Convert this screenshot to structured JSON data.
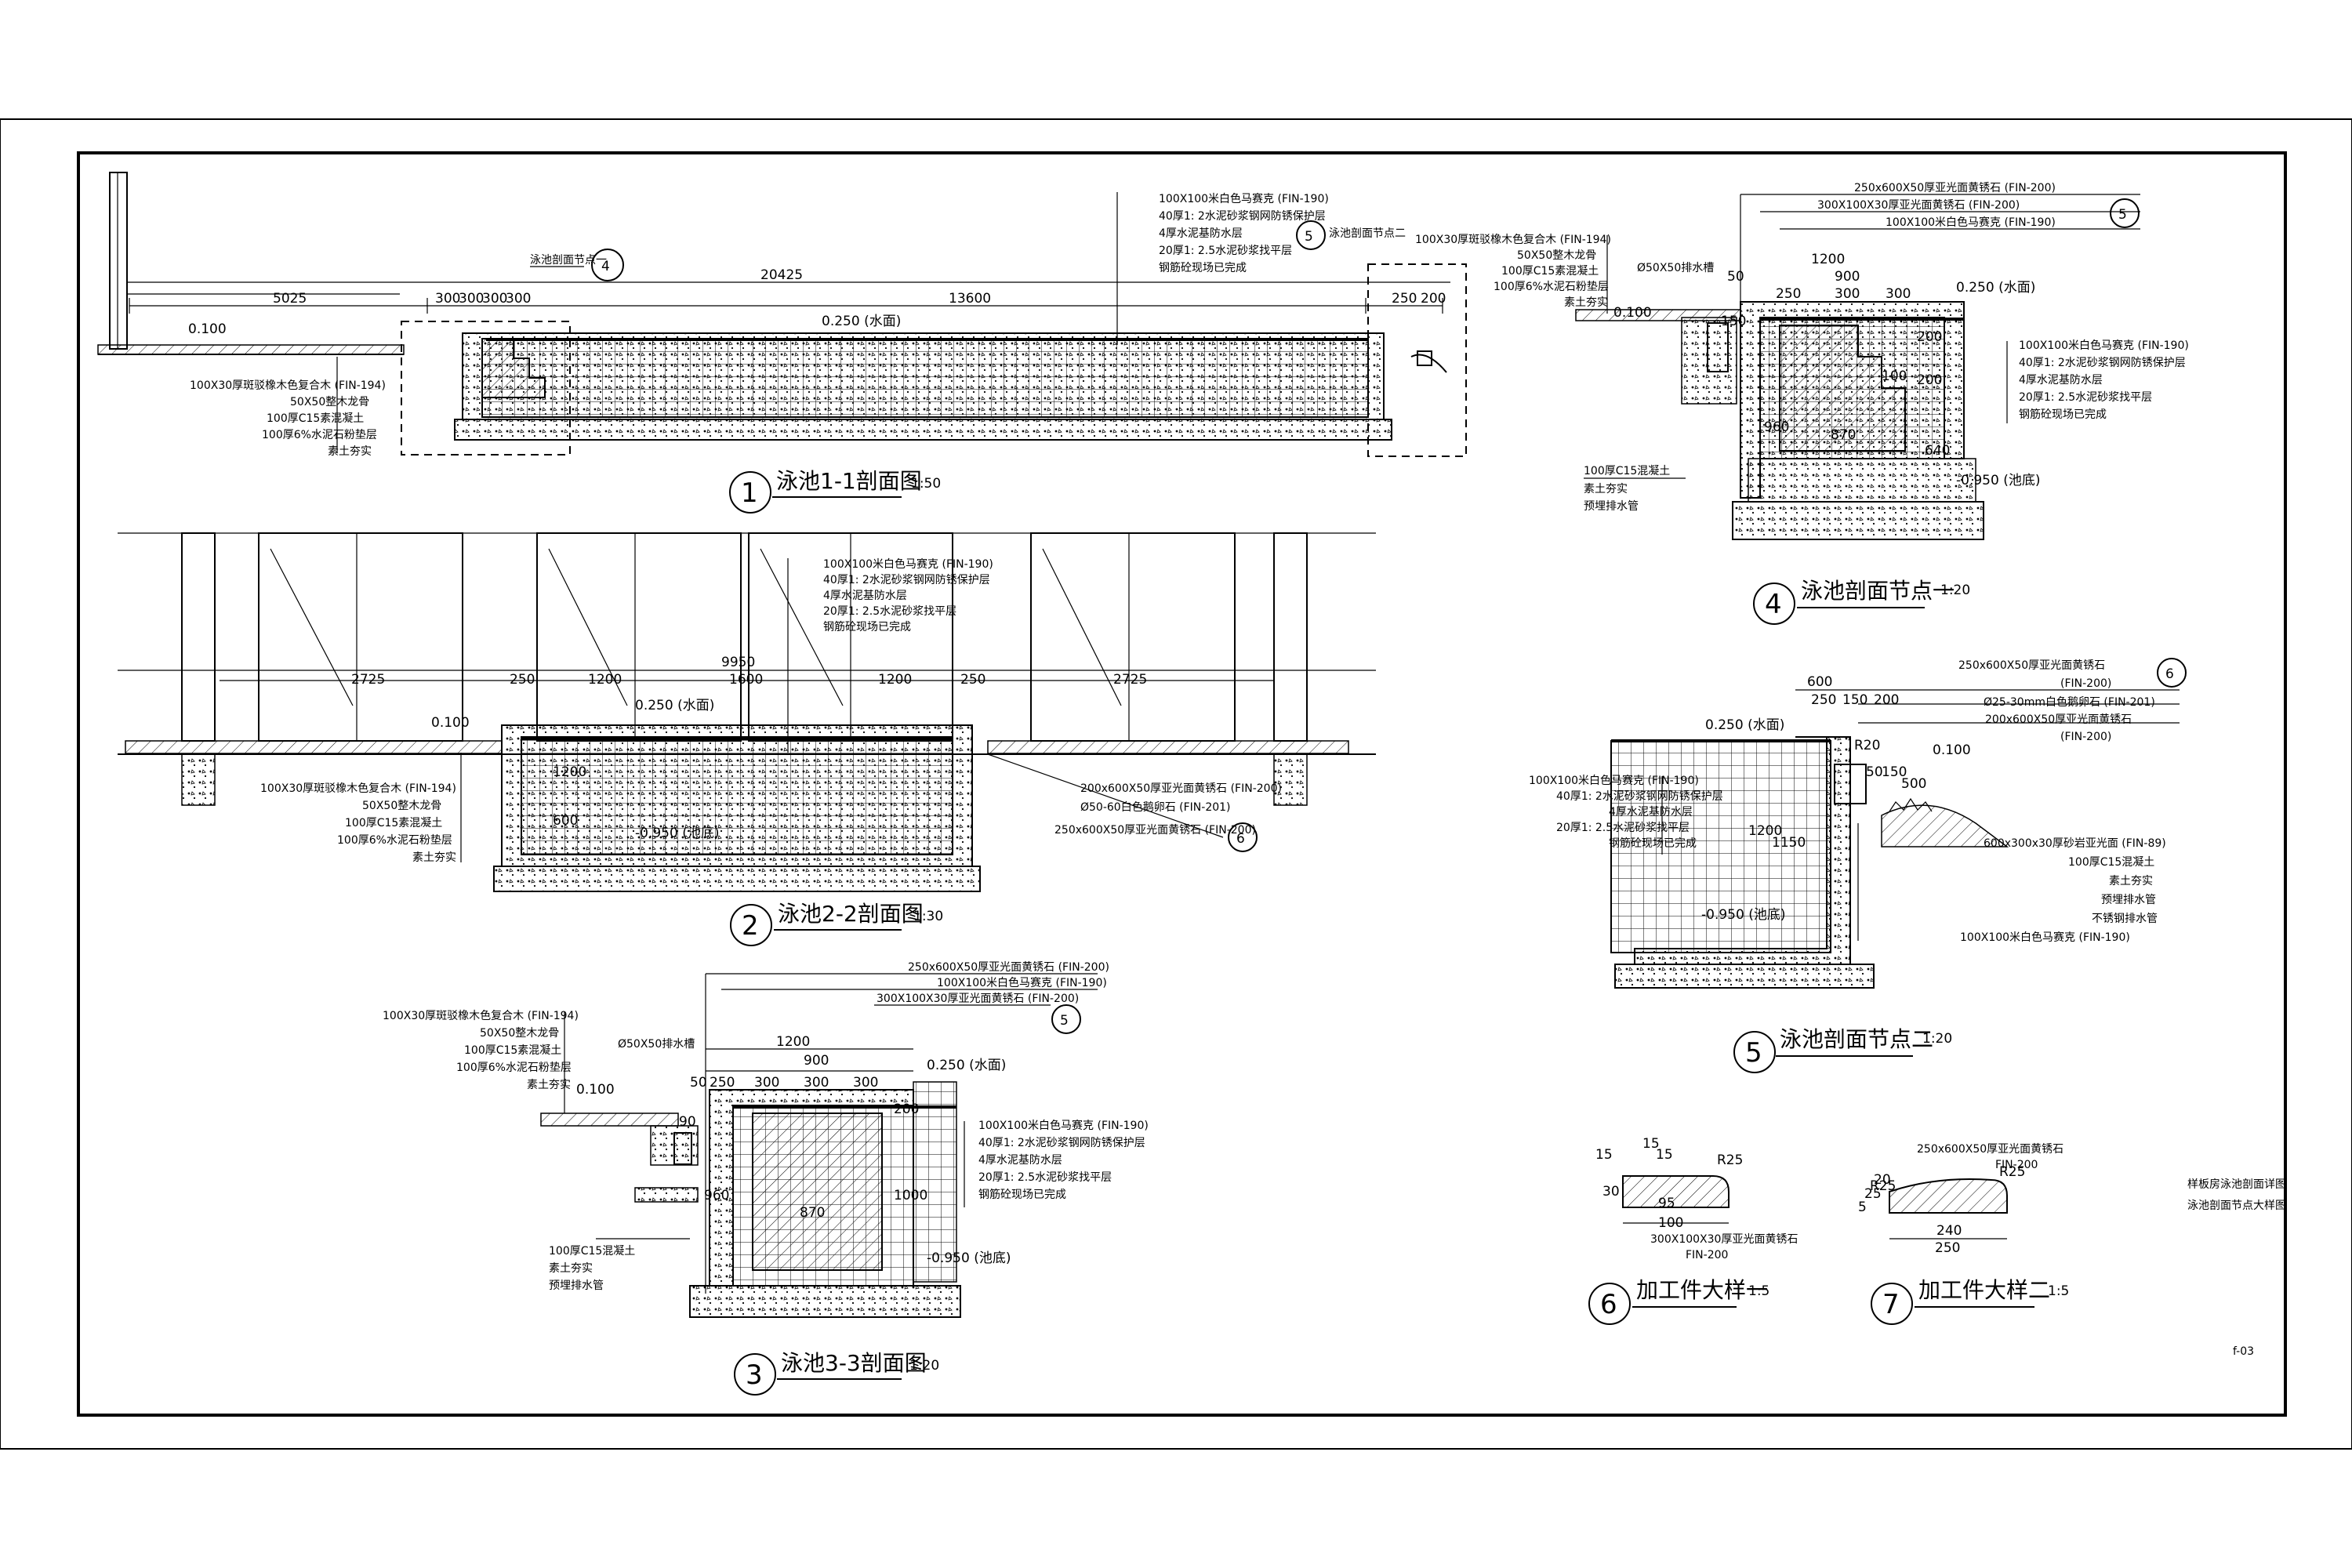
{
  "sheet": {
    "code": "f-03",
    "title_lines": [
      "样板房泳池剖面详图",
      "泳池剖面节点大样图"
    ]
  },
  "views": {
    "s11": {
      "num": "1",
      "title": "泳池1-1剖面图",
      "scale": "1:50"
    },
    "s22": {
      "num": "2",
      "title": "泳池2-2剖面图",
      "scale": "1:30"
    },
    "s33": {
      "num": "3",
      "title": "泳池3-3剖面图",
      "scale": "1:20"
    },
    "d4": {
      "num": "4",
      "title": "泳池剖面节点一",
      "scale": "1:20"
    },
    "d5": {
      "num": "5",
      "title": "泳池剖面节点二",
      "scale": "1:20"
    },
    "d6": {
      "num": "6",
      "title": "加工件大样一",
      "scale": "1:5"
    },
    "d7": {
      "num": "7",
      "title": "加工件大样二",
      "scale": "1:5"
    }
  },
  "s11": {
    "dims": [
      "5025",
      "20425",
      "13600",
      "300",
      "300",
      "300",
      "300",
      "250",
      "200"
    ],
    "levels": [
      "0.100",
      "0.250 (水面)"
    ],
    "callouts": [
      "泳池剖面节点一",
      "4",
      "泳池剖面节点二",
      "5"
    ],
    "notes_top": [
      "100X100米白色马赛克 (FIN-190)",
      "40厚1: 2水泥砂浆钢网防锈保护层",
      "4厚水泥基防水层",
      "20厚1: 2.5水泥砂浆找平层",
      "钢筋砼现场已完成"
    ],
    "notes_left": [
      "100X30厚斑驳橡木色复合木 (FIN-194)",
      "50X50整木龙骨",
      "100厚C15素混凝土",
      "100厚6%水泥石粉垫层",
      "素土夯实"
    ]
  },
  "s22": {
    "dims": [
      "9950",
      "2725",
      "250",
      "1200",
      "1600",
      "1200",
      "250",
      "2725"
    ],
    "levels": [
      "0.250 (水面)",
      "0.100",
      "-0.950 (池底)",
      "600",
      "1200"
    ],
    "notes_top": [
      "100X100米白色马赛克 (FIN-190)",
      "40厚1: 2水泥砂浆钢网防锈保护层",
      "4厚水泥基防水层",
      "20厚1: 2.5水泥砂浆找平层",
      "钢筋砼现场已完成"
    ],
    "notes_left": [
      "100X30厚斑驳橡木色复合木 (FIN-194)",
      "50X50整木龙骨",
      "100厚C15素混凝土",
      "100厚6%水泥石粉垫层",
      "素土夯实"
    ],
    "notes_right": [
      "200x600X50厚亚光面黄锈石 (FIN-200)",
      "Ø50-60白色鹅卵石 (FIN-201)",
      "250x600X50厚亚光面黄锈石 (FIN-200)",
      "6"
    ]
  },
  "s33": {
    "notes_top": [
      "250x600X50厚亚光面黄锈石 (FIN-200)",
      "100X100米白色马赛克 (FIN-190)",
      "300X100X30厚亚光面黄锈石 (FIN-200)",
      "5"
    ],
    "notes_left": [
      "100X30厚斑驳橡木色复合木 (FIN-194)",
      "50X50整木龙骨",
      "100厚C15素混凝土",
      "100厚6%水泥石粉垫层",
      "素土夯实"
    ],
    "drain": "Ø50X50排水槽",
    "dims": [
      "1200",
      "900",
      "250",
      "300",
      "300",
      "300",
      "50",
      "200",
      "960",
      "1000",
      "870",
      "90"
    ],
    "levels": [
      "0.100",
      "0.250 (水面)",
      "-0.950 (池底)"
    ],
    "notes_right": [
      "100X100米白色马赛克 (FIN-190)",
      "40厚1: 2水泥砂浆钢网防锈保护层",
      "4厚水泥基防水层",
      "20厚1: 2.5水泥砂浆找平层",
      "钢筋砼现场已完成"
    ],
    "notes_bottom": [
      "100厚C15混凝土",
      "素土夯实",
      "预埋排水管"
    ]
  },
  "d4": {
    "notes_top": [
      "250x600X50厚亚光面黄锈石 (FIN-200)",
      "300X100X30厚亚光面黄锈石 (FIN-200)",
      "5",
      "100X100米白色马赛克 (FIN-190)"
    ],
    "notes_left": [
      "100X30厚斑驳橡木色复合木 (FIN-194)",
      "50X50整木龙骨",
      "100厚C15素混凝土",
      "100厚6%水泥石粉垫层",
      "素土夯实"
    ],
    "drain": "Ø50X50排水槽",
    "dims": [
      "1200",
      "900",
      "50",
      "250",
      "300",
      "300",
      "150",
      "200",
      "200",
      "100",
      "960",
      "870",
      "640"
    ],
    "levels": [
      "0.100",
      "0.250 (水面)",
      "-0.950 (池底)"
    ],
    "notes_right": [
      "100X100米白色马赛克 (FIN-190)",
      "40厚1: 2水泥砂浆钢网防锈保护层",
      "4厚水泥基防水层",
      "20厚1: 2.5水泥砂浆找平层",
      "钢筋砼现场已完成"
    ],
    "notes_bottom": [
      "100厚C15混凝土",
      "素土夯实",
      "预埋排水管"
    ]
  },
  "d5": {
    "notes_top": [
      "250x600X50厚亚光面黄锈石",
      "6",
      "(FIN-200)",
      "Ø25-30mm白色鹅卵石 (FIN-201)",
      "200x600X50厚亚光面黄锈石",
      "(FIN-200)"
    ],
    "dims": [
      "600",
      "250",
      "150",
      "200",
      "R20",
      "50",
      "150",
      "500",
      "1200",
      "1150"
    ],
    "levels": [
      "0.250 (水面)",
      "0.100",
      "-0.950 (池底)"
    ],
    "notes_left": [
      "100X100米白色马赛克 (FIN-190)",
      "40厚1: 2水泥砂浆钢网防锈保护层",
      "4厚水泥基防水层",
      "20厚1: 2.5水泥砂浆找平层",
      "钢筋砼现场已完成"
    ],
    "notes_right": [
      "600x300x30厚砂岩亚光面 (FIN-89)",
      "100厚C15混凝土",
      "素土夯实",
      "预埋排水管",
      "不锈钢排水管",
      "100X100米白色马赛克 (FIN-190)"
    ]
  },
  "d6": {
    "dims": [
      "15",
      "15",
      "15",
      "R25",
      "30",
      "95",
      "100"
    ],
    "notes": [
      "300X100X30厚亚光面黄锈石",
      "FIN-200"
    ]
  },
  "d7": {
    "dims": [
      "R25",
      "5",
      "25",
      "20",
      "R25",
      "240",
      "250"
    ],
    "notes": [
      "250x600X50厚亚光面黄锈石",
      "FIN-200"
    ]
  }
}
